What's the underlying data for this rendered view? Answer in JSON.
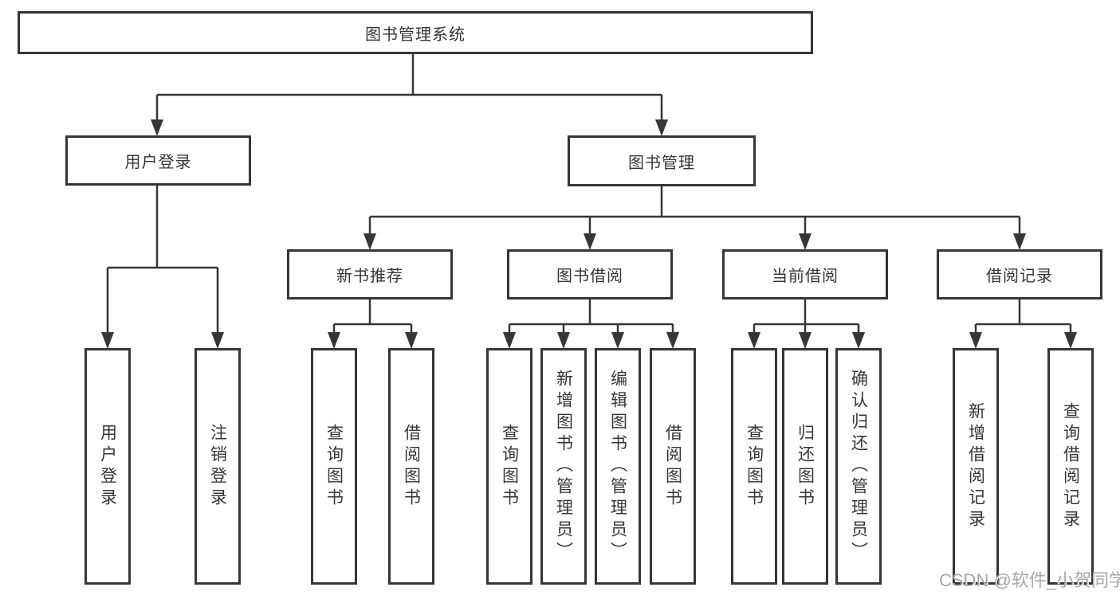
{
  "diagram": {
    "root": {
      "label": "图书管理系统"
    },
    "level2": [
      {
        "label": "用户登录"
      },
      {
        "label": "图书管理"
      }
    ],
    "level3": [
      {
        "label": "新书推荐"
      },
      {
        "label": "图书借阅"
      },
      {
        "label": "当前借阅"
      },
      {
        "label": "借阅记录"
      }
    ],
    "leaves": {
      "user_login": [
        {
          "label": "用户登录"
        },
        {
          "label": "注销登录"
        }
      ],
      "new_book": [
        {
          "label": "查询图书"
        },
        {
          "label": "借阅图书"
        }
      ],
      "book_borrow": [
        {
          "label": "查询图书"
        },
        {
          "label": "新增图书（管理员）"
        },
        {
          "label": "编辑图书（管理员）"
        },
        {
          "label": "借阅图书"
        }
      ],
      "current_borrow": [
        {
          "label": "查询图书"
        },
        {
          "label": "归还图书"
        },
        {
          "label": "确认归还（管理员）"
        }
      ],
      "borrow_record": [
        {
          "label": "新增借阅记录"
        },
        {
          "label": "查询借阅记录"
        }
      ]
    },
    "watermark": "CSDN @软件_小贺同学",
    "colors": {
      "line": "#363636",
      "text": "#363636",
      "watermark": "#a8a8a8",
      "background": "#ffffff"
    }
  }
}
